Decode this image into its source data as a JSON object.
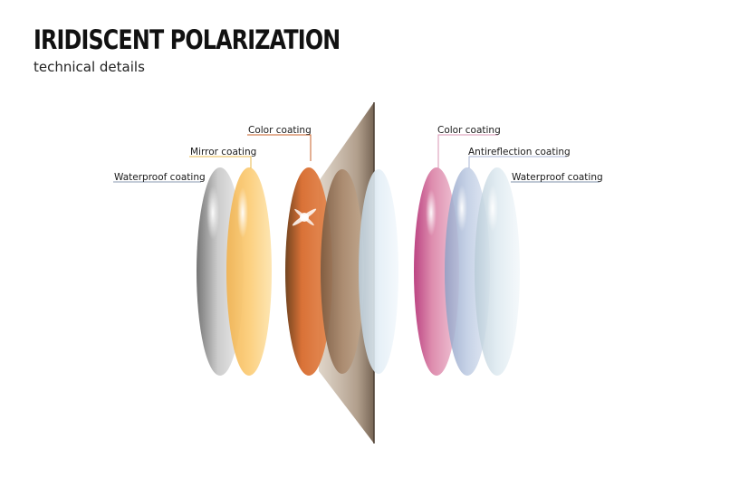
{
  "header": {
    "title": "IRIDISCENT POLARIZATION",
    "subtitle": "technical details"
  },
  "diagram": {
    "left_labels": {
      "color_coating": "Color coating",
      "mirror_coating": "Mirror coating",
      "waterproof_coating": "Waterproof coating"
    },
    "right_labels": {
      "color_coating": "Color coating",
      "antireflection_coating": "Antireflection coating",
      "waterproof_coating": "Waterproof coating"
    },
    "colors": {
      "waterproof": "#b8b8b8",
      "mirror": "#f7c060",
      "color_left": "#d76a2c",
      "tinted": "#a07e62",
      "clear": "#dce9f3",
      "color_right": "#d9799f",
      "antireflection": "#aebfdc",
      "waterproof_right": "#d3e2ea",
      "polarizer": "#9a8570"
    }
  }
}
